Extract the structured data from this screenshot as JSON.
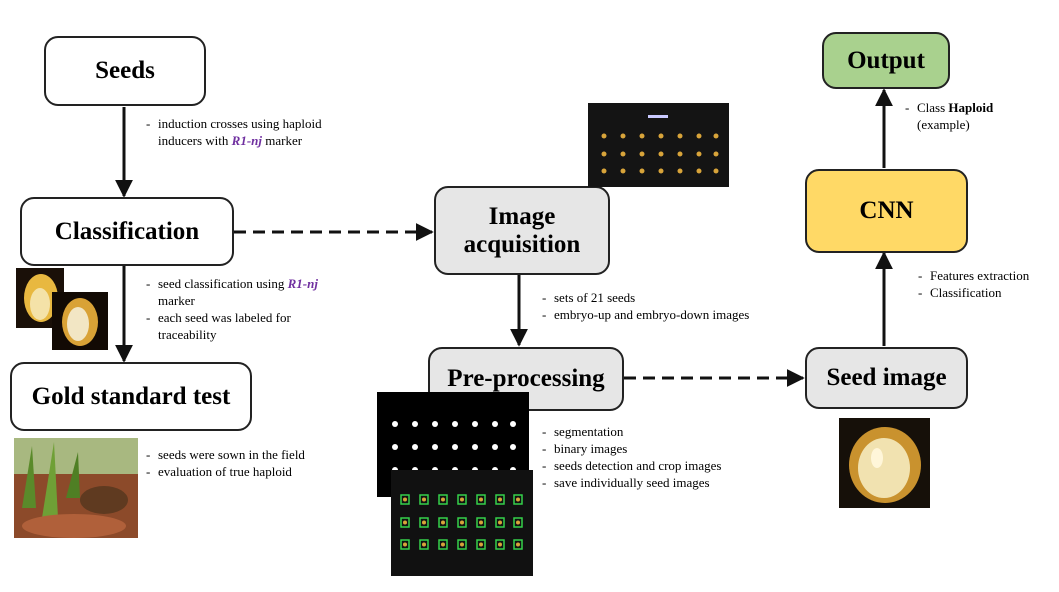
{
  "boxes": {
    "seeds": "Seeds",
    "classification": "Classification",
    "gold_standard": "Gold standard test",
    "image_acquisition": "Image acquisition",
    "preprocessing": "Pre-processing",
    "seed_image": "Seed image",
    "cnn": "CNN",
    "output": "Output"
  },
  "notes": {
    "seeds_to_class": {
      "line1_a": "induction crosses using haploid",
      "line1_b": "inducers with",
      "marker": "R1-nj",
      "line1_c": "marker"
    },
    "class_to_gold": {
      "line1_a": "seed classification using",
      "marker": "R1-nj",
      "line1_b": "marker",
      "line2": "each seed was labeled for traceability"
    },
    "gold": {
      "line1": "seeds were sown in the field",
      "line2": "evaluation of true haploid"
    },
    "acq_to_pre": {
      "line1": "sets of 21 seeds",
      "line2": "embryo-up and embryo-down images"
    },
    "pre": {
      "line1": "segmentation",
      "line2": "binary images",
      "line3": "seeds detection and crop images",
      "line4": "save individually seed images"
    },
    "img_to_cnn": {
      "line1": "Features extraction",
      "line2": "Classification"
    },
    "cnn_to_out": {
      "line1_a": "Class",
      "line1_b": "Haploid",
      "line2": "(example)"
    }
  },
  "colors": {
    "output_fill": "#a9d18e",
    "cnn_fill": "#ffd966",
    "process_fill": "#e6e6e6",
    "marker_text": "#7030a0"
  }
}
